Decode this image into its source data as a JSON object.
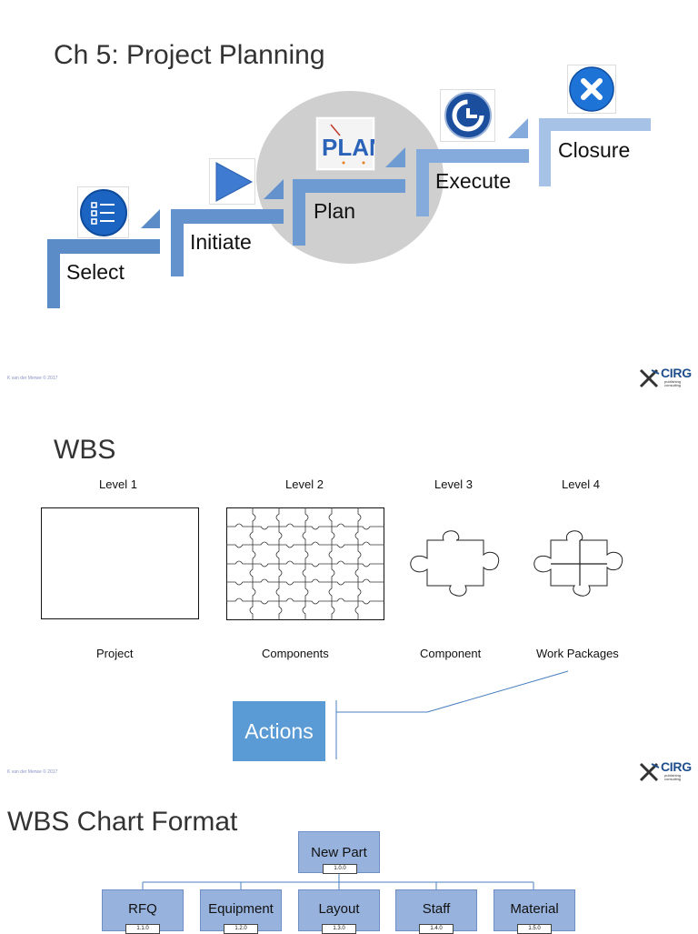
{
  "slide1": {
    "title": "Ch 5: Project Planning",
    "steps": [
      "Select",
      "Initiate",
      "Plan",
      "Execute",
      "Closure"
    ],
    "plan_icon_text": "PLAN",
    "footer": "K van der Merwe © 2017"
  },
  "slide2": {
    "title": "WBS",
    "levels": [
      "Level 1",
      "Level 2",
      "Level 3",
      "Level 4"
    ],
    "captions": [
      "Project",
      "Components",
      "Component",
      "Work Packages"
    ],
    "actions_label": "Actions",
    "footer": "K van der Merwe © 2017"
  },
  "slide3": {
    "title": "WBS Chart Format",
    "root": {
      "label": "New Part",
      "code": "1.0.0"
    },
    "children": [
      {
        "label": "RFQ",
        "code": "1.1.0"
      },
      {
        "label": "Equipment",
        "code": "1.2.0"
      },
      {
        "label": "Layout",
        "code": "1.3.0"
      },
      {
        "label": "Staff",
        "code": "1.4.0"
      },
      {
        "label": "Material",
        "code": "1.5.0"
      }
    ]
  },
  "logo": {
    "name": "CIRG",
    "sub1": "publishing",
    "sub2": "consulting"
  },
  "colors": {
    "step_blue": "#5b8cc8",
    "light_blue": "#9dbbe3",
    "accent": "#1f4e8c",
    "actions": "#5b9bd5"
  }
}
